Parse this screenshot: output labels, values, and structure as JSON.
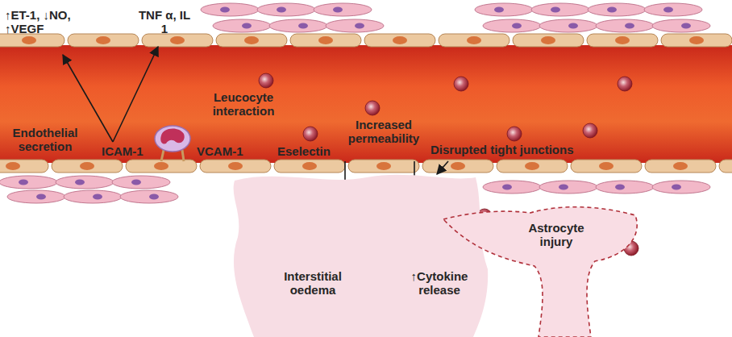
{
  "diagram": {
    "nodes": [
      {
        "text": [
          "Interstitial oedema",
          "↑Cytokine release"
        ]
      },
      {
        "text": [
          "Astrocyte injury"
        ]
      }
    ],
    "labels": [
      "↑ET-1, ↓NO, ↑VEGF",
      "TNF α, IL 1",
      "Endothelial secretion",
      "Leucocyte interaction",
      "ICAM-1",
      "VCAM-1",
      "Eselectin",
      "Increased permeability",
      "Disrupted tight junctions"
    ]
  }
}
